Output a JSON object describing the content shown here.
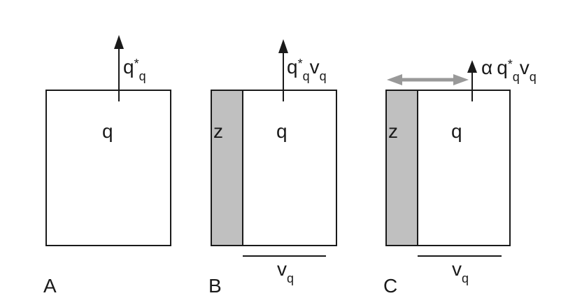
{
  "panels": {
    "a": {
      "label": "A",
      "box_label": "q",
      "flux": {
        "base": "q",
        "star": "*",
        "sub": "q"
      }
    },
    "b": {
      "label": "B",
      "box_label": "q",
      "zone_label": "z",
      "flux": {
        "base": "q",
        "star": "*",
        "sub": "q",
        "v": "v",
        "v_sub": "q"
      },
      "width_label": {
        "base": "v",
        "sub": "q"
      }
    },
    "c": {
      "label": "C",
      "box_label": "q",
      "zone_label": "z",
      "flux": {
        "alpha": "α",
        "base": "q",
        "star": "*",
        "sub": "q",
        "v": "v",
        "v_sub": "q"
      },
      "width_label": {
        "base": "v",
        "sub": "q"
      }
    }
  },
  "colors": {
    "stroke": "#1a1a1a",
    "zone_fill": "#c0c0c0",
    "double_arrow": "#999999"
  }
}
